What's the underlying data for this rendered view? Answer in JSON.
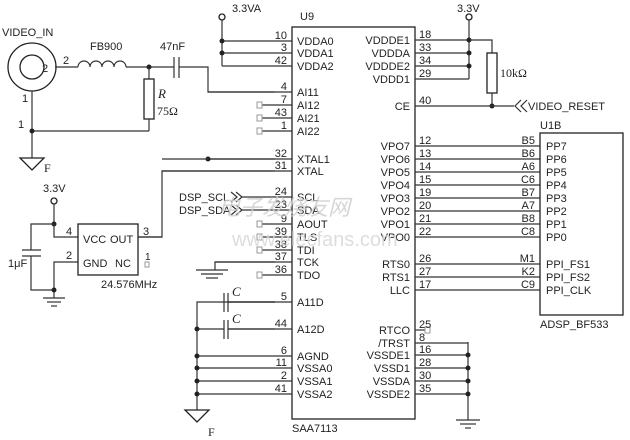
{
  "video_in": {
    "label": "VIDEO_IN",
    "pin_center": "2",
    "pin_signal": "2",
    "pin_ground_a": "1",
    "pin_ground_b": "1",
    "ground_label": "F"
  },
  "ferrite": {
    "label": "FB900"
  },
  "cap_47n": {
    "label": "47nF"
  },
  "resistor_75": {
    "name": "R",
    "value": "75Ω"
  },
  "rail_33va": {
    "label": "3.3VA"
  },
  "rail_33v_top": {
    "label": "3.3V"
  },
  "rail_33v_osc": {
    "label": "3.3V"
  },
  "pullup": {
    "value": "10kΩ"
  },
  "video_reset": {
    "label": "VIDEO_RESET"
  },
  "dsp_scl": {
    "label": "DSP_SCL"
  },
  "dsp_sda": {
    "label": "DSP_SDA"
  },
  "oscillator": {
    "vcc": "VCC",
    "out": "OUT",
    "gnd": "GND",
    "nc": "NC",
    "freq": "24.576MHz",
    "pin4": "4",
    "pin3": "3",
    "pin2": "2",
    "pin1": "1",
    "decoupling_cap": "1μF"
  },
  "u9": {
    "ref": "U9",
    "part": "SAA7113",
    "left_pins": [
      {
        "num": "10",
        "name": "VDDA0"
      },
      {
        "num": "3",
        "name": "VDDA1"
      },
      {
        "num": "42",
        "name": "VDDA2"
      },
      {
        "num": "4",
        "name": "AI11"
      },
      {
        "num": "7",
        "name": "AI12"
      },
      {
        "num": "43",
        "name": "AI21"
      },
      {
        "num": "1",
        "name": "AI22"
      },
      {
        "num": "32",
        "name": "XTAL1"
      },
      {
        "num": "31",
        "name": "XTAL"
      },
      {
        "num": "24",
        "name": "SCL"
      },
      {
        "num": "23",
        "name": "SDA"
      },
      {
        "num": "9",
        "name": "AOUT"
      },
      {
        "num": "39",
        "name": "TLS"
      },
      {
        "num": "38",
        "name": "TDI"
      },
      {
        "num": "37",
        "name": "TCK"
      },
      {
        "num": "36",
        "name": "TDO"
      },
      {
        "num": "5",
        "name": "A11D"
      },
      {
        "num": "44",
        "name": "A12D"
      },
      {
        "num": "6",
        "name": "AGND"
      },
      {
        "num": "11",
        "name": "VSSA0"
      },
      {
        "num": "2",
        "name": "VSSA1"
      },
      {
        "num": "41",
        "name": "VSSA2"
      }
    ],
    "right_pins": [
      {
        "num": "18",
        "name": "VDDDE1"
      },
      {
        "num": "33",
        "name": "VDDDA"
      },
      {
        "num": "34",
        "name": "VDDDE2"
      },
      {
        "num": "29",
        "name": "VDDD1"
      },
      {
        "num": "40",
        "name": "CE"
      },
      {
        "num": "12",
        "name": "VPO7"
      },
      {
        "num": "13",
        "name": "VPO6"
      },
      {
        "num": "14",
        "name": "VPO5"
      },
      {
        "num": "15",
        "name": "VPO4"
      },
      {
        "num": "19",
        "name": "VPO3"
      },
      {
        "num": "20",
        "name": "VPO2"
      },
      {
        "num": "21",
        "name": "VPO1"
      },
      {
        "num": "22",
        "name": "VPO0"
      },
      {
        "num": "26",
        "name": "RTS0"
      },
      {
        "num": "27",
        "name": "RTS1"
      },
      {
        "num": "17",
        "name": "LLC"
      },
      {
        "num": "25",
        "name": "RTCO"
      },
      {
        "num": "8",
        "name": "/TRST"
      },
      {
        "num": "16",
        "name": "VSSDE1"
      },
      {
        "num": "28",
        "name": "VSSD1"
      },
      {
        "num": "30",
        "name": "VSSDA"
      },
      {
        "num": "35",
        "name": "VSSDE2"
      }
    ]
  },
  "u1b": {
    "ref": "U1B",
    "part": "ADSP_BF533",
    "pins": [
      {
        "ball": "B5",
        "name": "PP7"
      },
      {
        "ball": "B6",
        "name": "PP6"
      },
      {
        "ball": "A6",
        "name": "PP5"
      },
      {
        "ball": "C6",
        "name": "PP4"
      },
      {
        "ball": "B7",
        "name": "PP3"
      },
      {
        "ball": "A7",
        "name": "PP2"
      },
      {
        "ball": "B8",
        "name": "PP1"
      },
      {
        "ball": "C8",
        "name": "PP0"
      },
      {
        "ball": "M1",
        "name": "PPI_FS1"
      },
      {
        "ball": "K2",
        "name": "PPI_FS2"
      },
      {
        "ball": "C9",
        "name": "PPI_CLK"
      }
    ]
  },
  "coupling_caps": {
    "c1": "C",
    "c2": "C"
  },
  "ground_label_bottom": "F",
  "watermark": {
    "cn": "电子发烧友网",
    "url": "www.elecfans.com"
  }
}
